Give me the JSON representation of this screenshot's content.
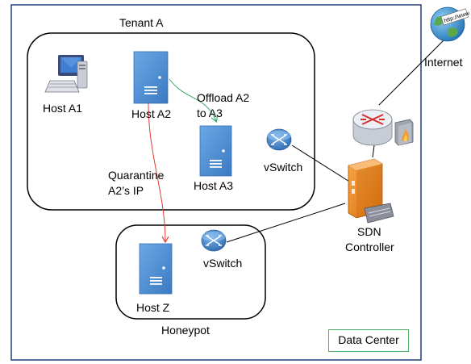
{
  "labels": {
    "tenant": "Tenant A",
    "host_a1": "Host A1",
    "host_a2": "Host A2",
    "host_a3": "Host A3",
    "host_z": "Host Z",
    "vswitch_tenant": "vSwitch",
    "vswitch_honeypot": "vSwitch",
    "offload_line1": "Offload A2",
    "offload_line2": "to A3",
    "quarantine_line1": "Quarantine",
    "quarantine_line2": "A2’s IP",
    "honeypot": "Honeypot",
    "sdn_line1": "SDN",
    "sdn_line2": "Controller",
    "internet": "Internet",
    "data_center": "Data Center",
    "globe_caption": "http://www"
  },
  "colors": {
    "data_center_border": "#1f3f73",
    "server_blue": "#4f8fd4",
    "offload_arrow": "#3aa86b",
    "quarantine_arrow": "#e53935",
    "vswitch_blue": "#3a7cc4",
    "controller_orange": "#f08a1e",
    "router_red": "#d32f2f"
  },
  "icons": [
    "computer-icon",
    "server-icon",
    "vswitch-icon",
    "sdn-controller-icon",
    "router-icon",
    "firewall-icon",
    "globe-icon"
  ]
}
